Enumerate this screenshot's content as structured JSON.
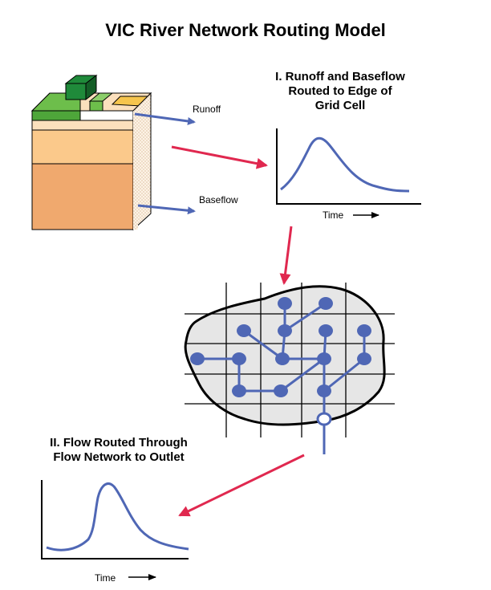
{
  "title": "VIC River Network Routing Model",
  "labels": {
    "runoff": "Runoff",
    "baseflow": "Baseflow"
  },
  "stage1": {
    "lines": [
      "I. Runoff and Baseflow",
      "Routed to Edge of",
      "Grid Cell"
    ],
    "xlabel": "Time"
  },
  "stage2": {
    "lines": [
      "II. Flow Routed Through",
      "Flow Network to Outlet"
    ],
    "xlabel": "Time"
  },
  "colors": {
    "flow_arrow": "#4f67b5",
    "process_arrow": "#e0284f",
    "network": "#4f67b5",
    "basin_fill": "#e6e6e6",
    "soil_top": "#fbe0bd",
    "soil_mid": "#fbc98b",
    "soil_bottom": "#f0a96e",
    "vegetation": "#6dbe4b",
    "vegetation_dark": "#1f8a3a",
    "bare_soil": "#f6c54d"
  }
}
